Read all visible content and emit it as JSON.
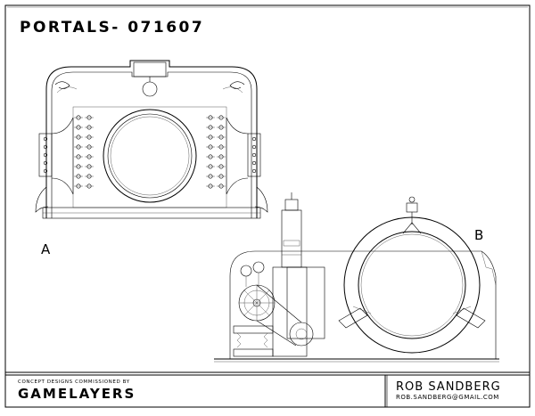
{
  "sheet": {
    "title": "PORTALS- 071607",
    "label_a": "A",
    "label_b": "B",
    "credit_line": "CONCEPT DESIGNS COMMISSIONED BY",
    "client": "GAMELAYERS",
    "author": "ROB SANDBERG",
    "email": "ROB.SANDBERG@GMAIL.COM"
  },
  "colors": {
    "ink": "#000000",
    "paper": "#ffffff"
  }
}
